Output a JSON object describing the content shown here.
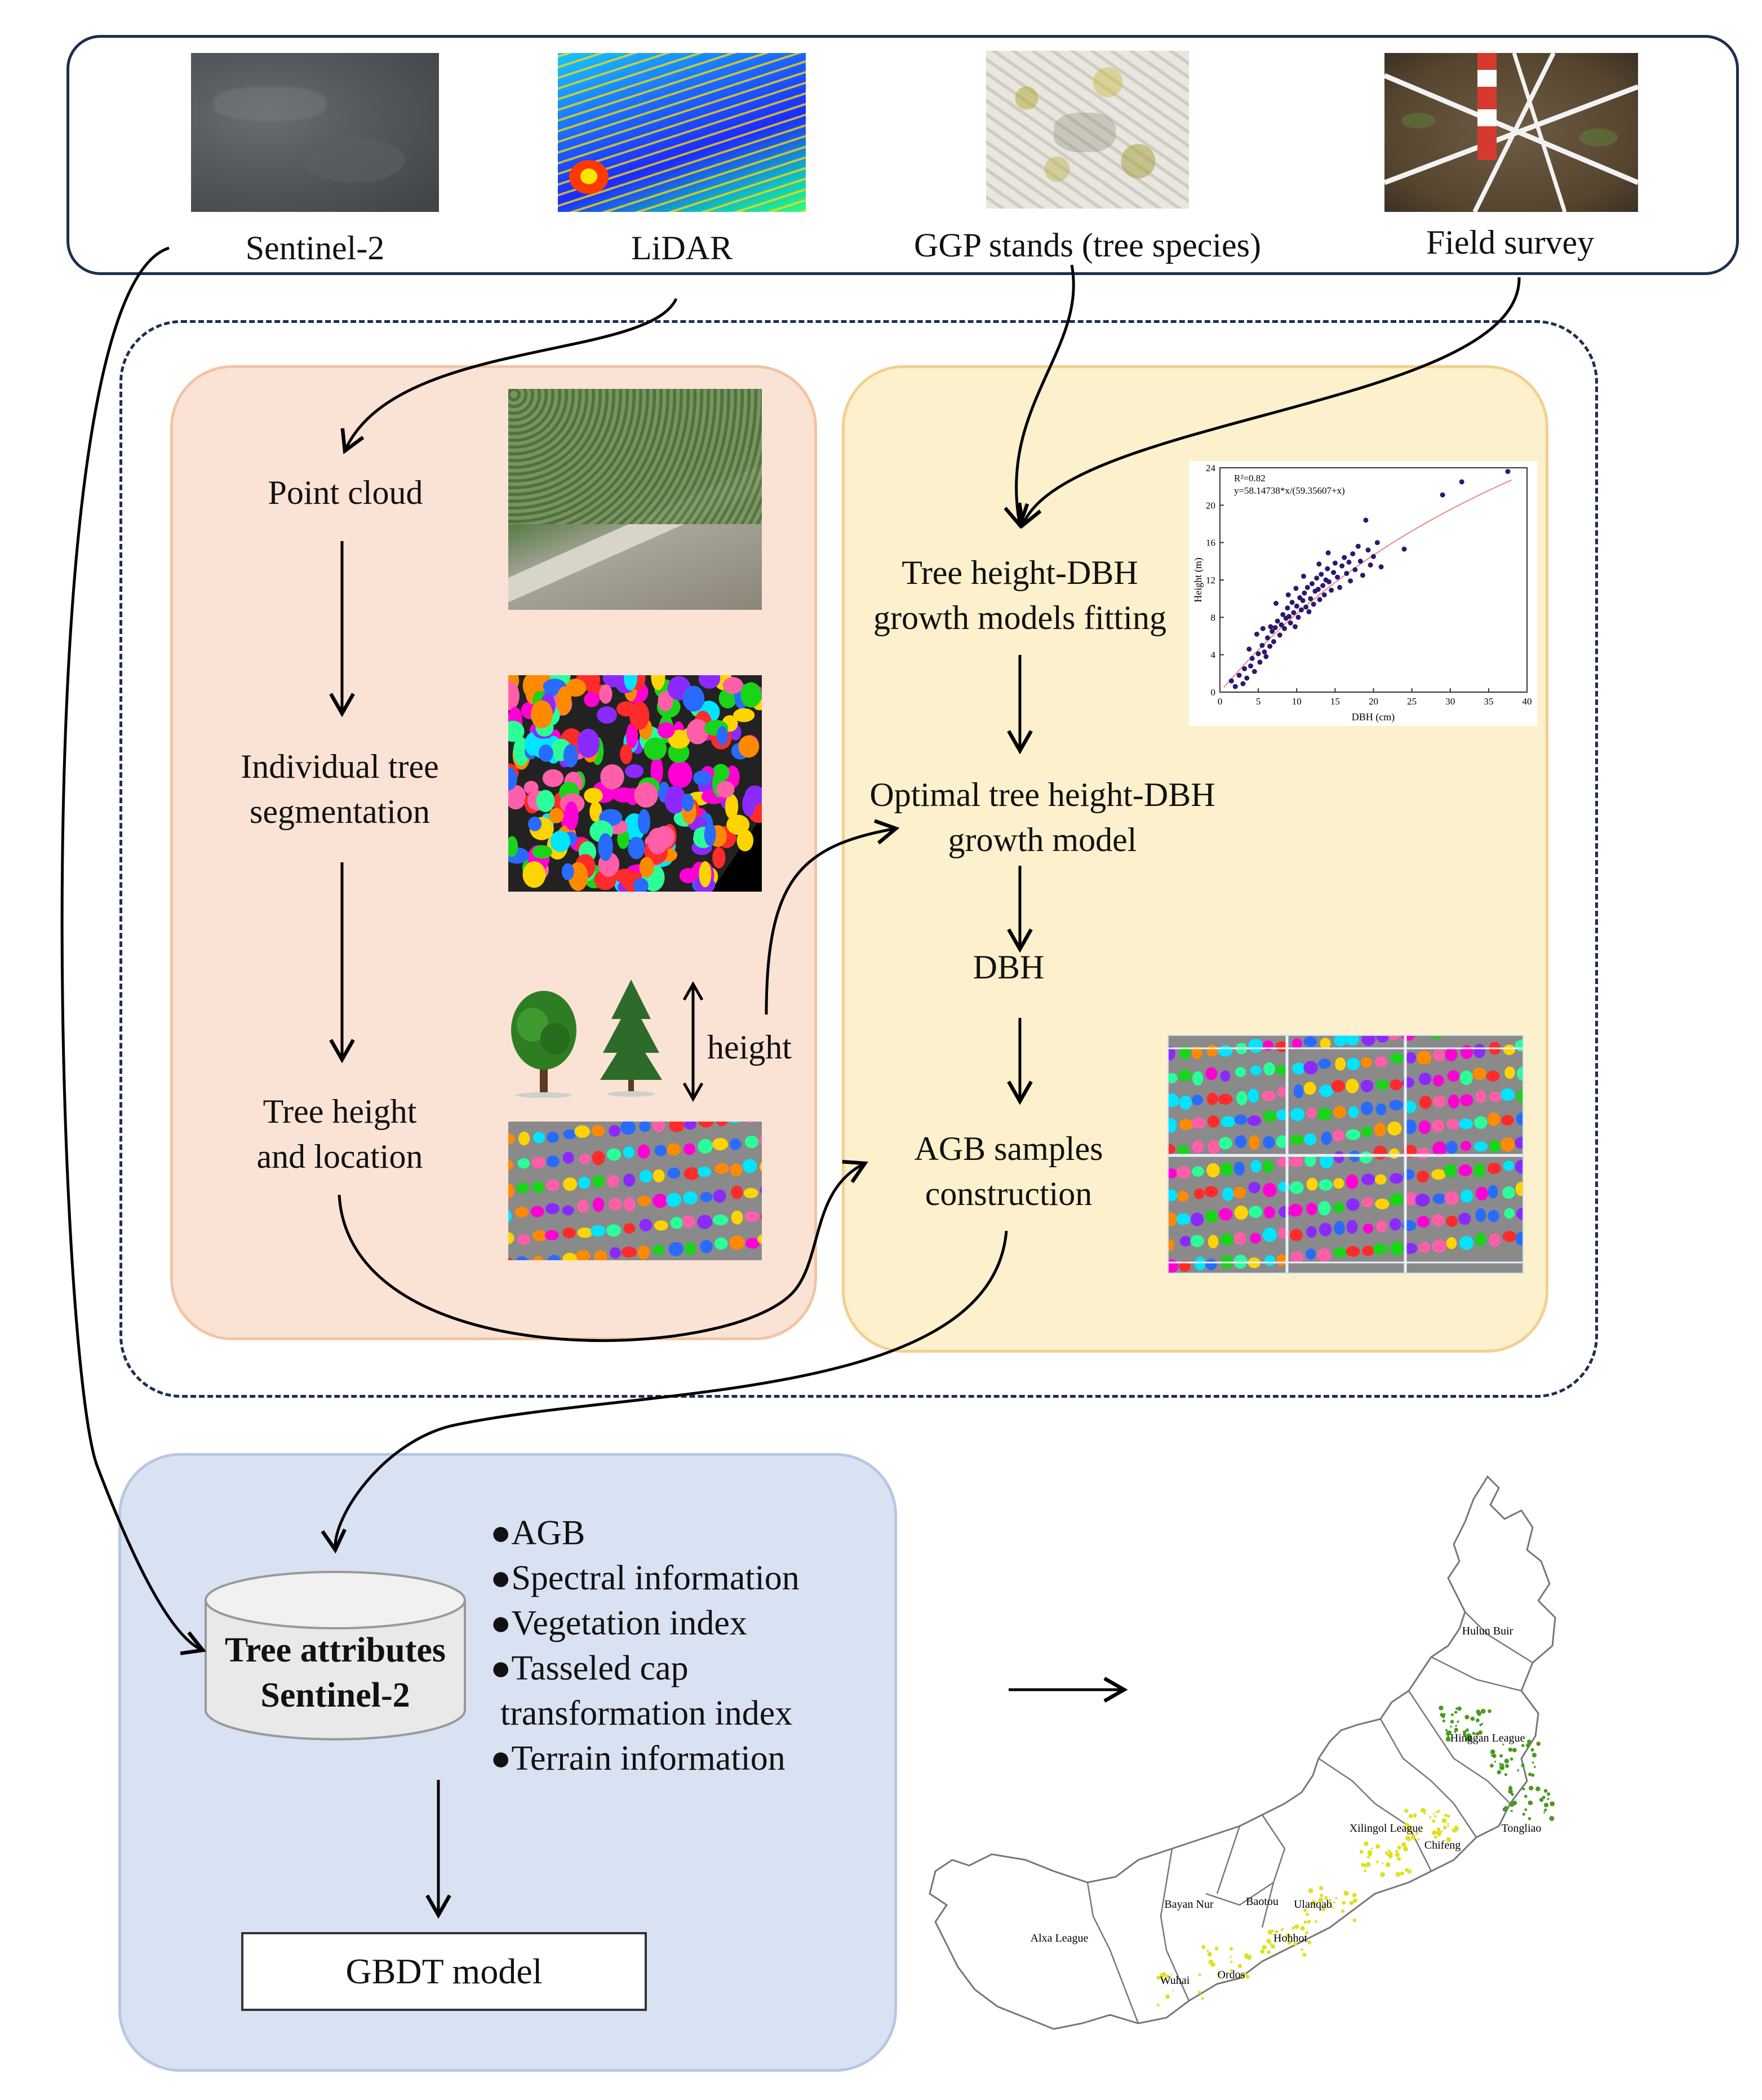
{
  "sources": {
    "sentinel2": "Sentinel-2",
    "lidar": "LiDAR",
    "ggp": "GGP stands (tree species)",
    "field": "Field survey"
  },
  "left_panel": {
    "point_cloud": "Point cloud",
    "segmentation_line1": "Individual tree",
    "segmentation_line2": "segmentation",
    "height_line1": "Tree height",
    "height_line2": "and location",
    "height_label": "height"
  },
  "right_panel": {
    "fitting_line1": "Tree height-DBH",
    "fitting_line2": "growth models fitting",
    "optimal_line1": "Optimal tree height-DBH",
    "optimal_line2": "growth model",
    "dbh": "DBH",
    "agb_line1": "AGB samples",
    "agb_line2": "construction"
  },
  "bottom_panel": {
    "db_line1": "Tree attributes",
    "db_line2": "Sentinel-2",
    "attributes": [
      "AGB",
      "Spectral information",
      "Vegetation index",
      "Tasseled cap",
      "transformation index",
      "Terrain information"
    ],
    "gbdt": "GBDT model"
  },
  "chart_data": {
    "type": "scatter",
    "r2_label": "R²=0.82",
    "equation": "y=58.14738*x/(59.35607+x)",
    "xlabel": "DBH (cm)",
    "ylabel": "Height (m)",
    "xlim": [
      0,
      40
    ],
    "ylim": [
      0,
      24
    ],
    "xticks": [
      0,
      5,
      10,
      15,
      20,
      25,
      30,
      35,
      40
    ],
    "yticks": [
      0,
      4,
      8,
      12,
      16,
      20,
      24
    ],
    "fit": {
      "a": 58.14738,
      "b": 59.35607
    },
    "points": [
      [
        1.5,
        1.2
      ],
      [
        2,
        0.6
      ],
      [
        2.5,
        1.8
      ],
      [
        3,
        0.9
      ],
      [
        3.2,
        2.5
      ],
      [
        3.5,
        1.5
      ],
      [
        4,
        2.8
      ],
      [
        4.2,
        3.6
      ],
      [
        4.5,
        2.2
      ],
      [
        5,
        4.1
      ],
      [
        5.2,
        3.2
      ],
      [
        5.5,
        5.0
      ],
      [
        5.8,
        4.3
      ],
      [
        6,
        3.8
      ],
      [
        6.2,
        5.8
      ],
      [
        6.5,
        4.9
      ],
      [
        6.8,
        6.5
      ],
      [
        7,
        5.4
      ],
      [
        7.2,
        6.9
      ],
      [
        7.5,
        7.6
      ],
      [
        7.8,
        6.1
      ],
      [
        8,
        7.2
      ],
      [
        8.2,
        8.3
      ],
      [
        8.4,
        6.8
      ],
      [
        8.6,
        7.9
      ],
      [
        8.8,
        9.0
      ],
      [
        9,
        8.1
      ],
      [
        9.2,
        7.4
      ],
      [
        9.4,
        9.6
      ],
      [
        9.6,
        8.5
      ],
      [
        9.8,
        7.0
      ],
      [
        10,
        9.2
      ],
      [
        10.2,
        8.0
      ],
      [
        10.4,
        10.1
      ],
      [
        10.6,
        8.8
      ],
      [
        10.8,
        9.8
      ],
      [
        11,
        10.6
      ],
      [
        11.2,
        9.1
      ],
      [
        11.4,
        11.2
      ],
      [
        11.6,
        8.6
      ],
      [
        11.8,
        10.0
      ],
      [
        12,
        11.6
      ],
      [
        12.2,
        9.4
      ],
      [
        12.4,
        10.8
      ],
      [
        12.6,
        12.2
      ],
      [
        12.8,
        11.0
      ],
      [
        13,
        9.9
      ],
      [
        13.2,
        12.6
      ],
      [
        13.4,
        11.4
      ],
      [
        13.6,
        10.4
      ],
      [
        13.8,
        12.0
      ],
      [
        14,
        13.2
      ],
      [
        14.2,
        11.8
      ],
      [
        14.5,
        10.9
      ],
      [
        14.8,
        12.8
      ],
      [
        15,
        13.8
      ],
      [
        15.3,
        12.3
      ],
      [
        15.6,
        11.2
      ],
      [
        15.9,
        13.5
      ],
      [
        16.2,
        14.4
      ],
      [
        16.5,
        12.7
      ],
      [
        16.8,
        13.9
      ],
      [
        17,
        11.9
      ],
      [
        17.3,
        14.8
      ],
      [
        17.6,
        13.1
      ],
      [
        18,
        15.6
      ],
      [
        18.3,
        14.0
      ],
      [
        18.6,
        12.5
      ],
      [
        19,
        18.4
      ],
      [
        19.3,
        15.2
      ],
      [
        19.6,
        13.6
      ],
      [
        20,
        14.5
      ],
      [
        20.5,
        16.0
      ],
      [
        21,
        13.4
      ],
      [
        24,
        15.3
      ],
      [
        29,
        21.1
      ],
      [
        31.5,
        22.5
      ],
      [
        37.5,
        23.6
      ],
      [
        4.8,
        6.2
      ],
      [
        6.6,
        7.0
      ],
      [
        8.9,
        10.4
      ],
      [
        10.9,
        12.4
      ],
      [
        12.9,
        13.7
      ],
      [
        7.3,
        9.5
      ],
      [
        5.6,
        6.8
      ],
      [
        3.8,
        4.6
      ],
      [
        9.9,
        11.1
      ],
      [
        14.1,
        14.9
      ]
    ]
  }
}
